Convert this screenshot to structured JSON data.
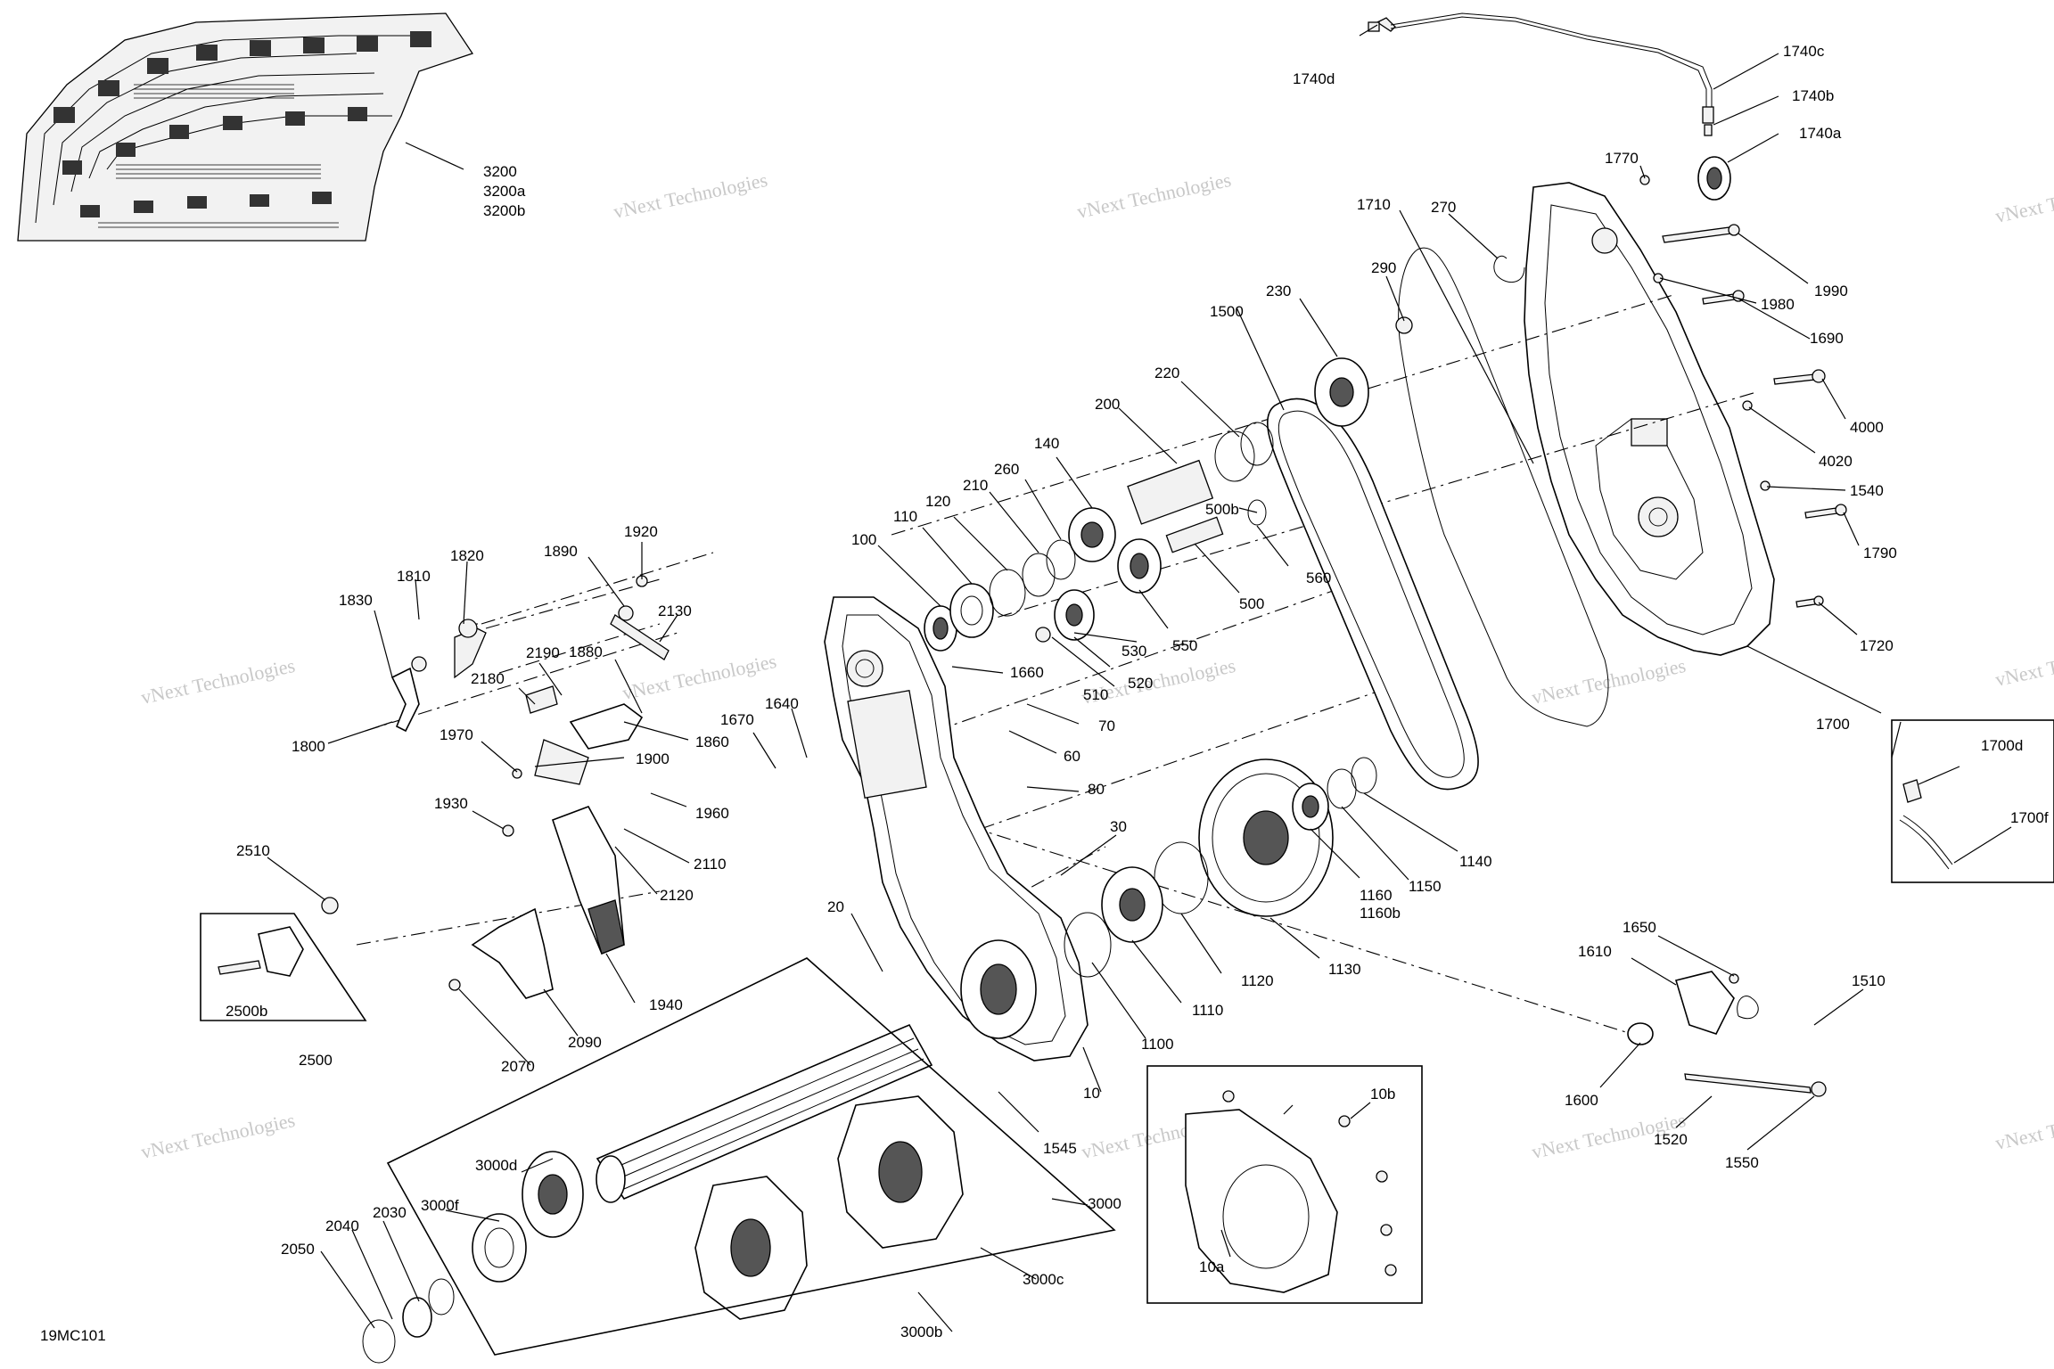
{
  "diagram_code": "19MC101",
  "watermark": {
    "line1": "vNext Technologies",
    "line2": "Technologies"
  },
  "labels": {
    "p3200": "3200",
    "p3200a": "3200a",
    "p3200b": "3200b",
    "p1740d": "1740d",
    "p1740c": "1740c",
    "p1740b": "1740b",
    "p1740a": "1740a",
    "p1770": "1770",
    "p1990": "1990",
    "p1980": "1980",
    "p1690": "1690",
    "p4000": "4000",
    "p4020": "4020",
    "p1540": "1540",
    "p1790": "1790",
    "p1720": "1720",
    "p1700": "1700",
    "p1700d": "1700d",
    "p1700f": "1700f",
    "p1710": "1710",
    "p270": "270",
    "p290": "290",
    "p230": "230",
    "p1500": "1500",
    "p220": "220",
    "p200": "200",
    "p500b": "500b",
    "p560": "560",
    "p500": "500",
    "p140": "140",
    "p260": "260",
    "p210": "210",
    "p120": "120",
    "p110": "110",
    "p100": "100",
    "p550": "550",
    "p530": "530",
    "p510": "510",
    "p520": "520",
    "p1660": "1660",
    "p70": "70",
    "p60": "60",
    "p80": "80",
    "p1640": "1640",
    "p1670": "1670",
    "p30": "30",
    "p20": "20",
    "p10": "10",
    "p1545": "1545",
    "p1100": "1100",
    "p1110": "1110",
    "p1120": "1120",
    "p1130": "1130",
    "p1160": "1160",
    "p1160b": "1160b",
    "p1150": "1150",
    "p1140": "1140",
    "p1920": "1920",
    "p1820": "1820",
    "p1810": "1810",
    "p1830": "1830",
    "p1890": "1890",
    "p2130": "2130",
    "p2190": "2190",
    "p1880": "1880",
    "p2180": "2180",
    "p1800": "1800",
    "p1970": "1970",
    "p1900": "1900",
    "p1860": "1860",
    "p1930": "1930",
    "p1960": "1960",
    "p2110": "2110",
    "p2120": "2120",
    "p1940": "1940",
    "p2090": "2090",
    "p2070": "2070",
    "p2510": "2510",
    "p2500b": "2500b",
    "p2500": "2500",
    "p3000d": "3000d",
    "p3000f": "3000f",
    "p3000": "3000",
    "p3000c": "3000c",
    "p3000b": "3000b",
    "p2040": "2040",
    "p2030": "2030",
    "p2050": "2050",
    "p10b": "10b",
    "p10a": "10a",
    "p1650": "1650",
    "p1610": "1610",
    "p1510": "1510",
    "p1600": "1600",
    "p1520": "1520",
    "p1550": "1550"
  }
}
